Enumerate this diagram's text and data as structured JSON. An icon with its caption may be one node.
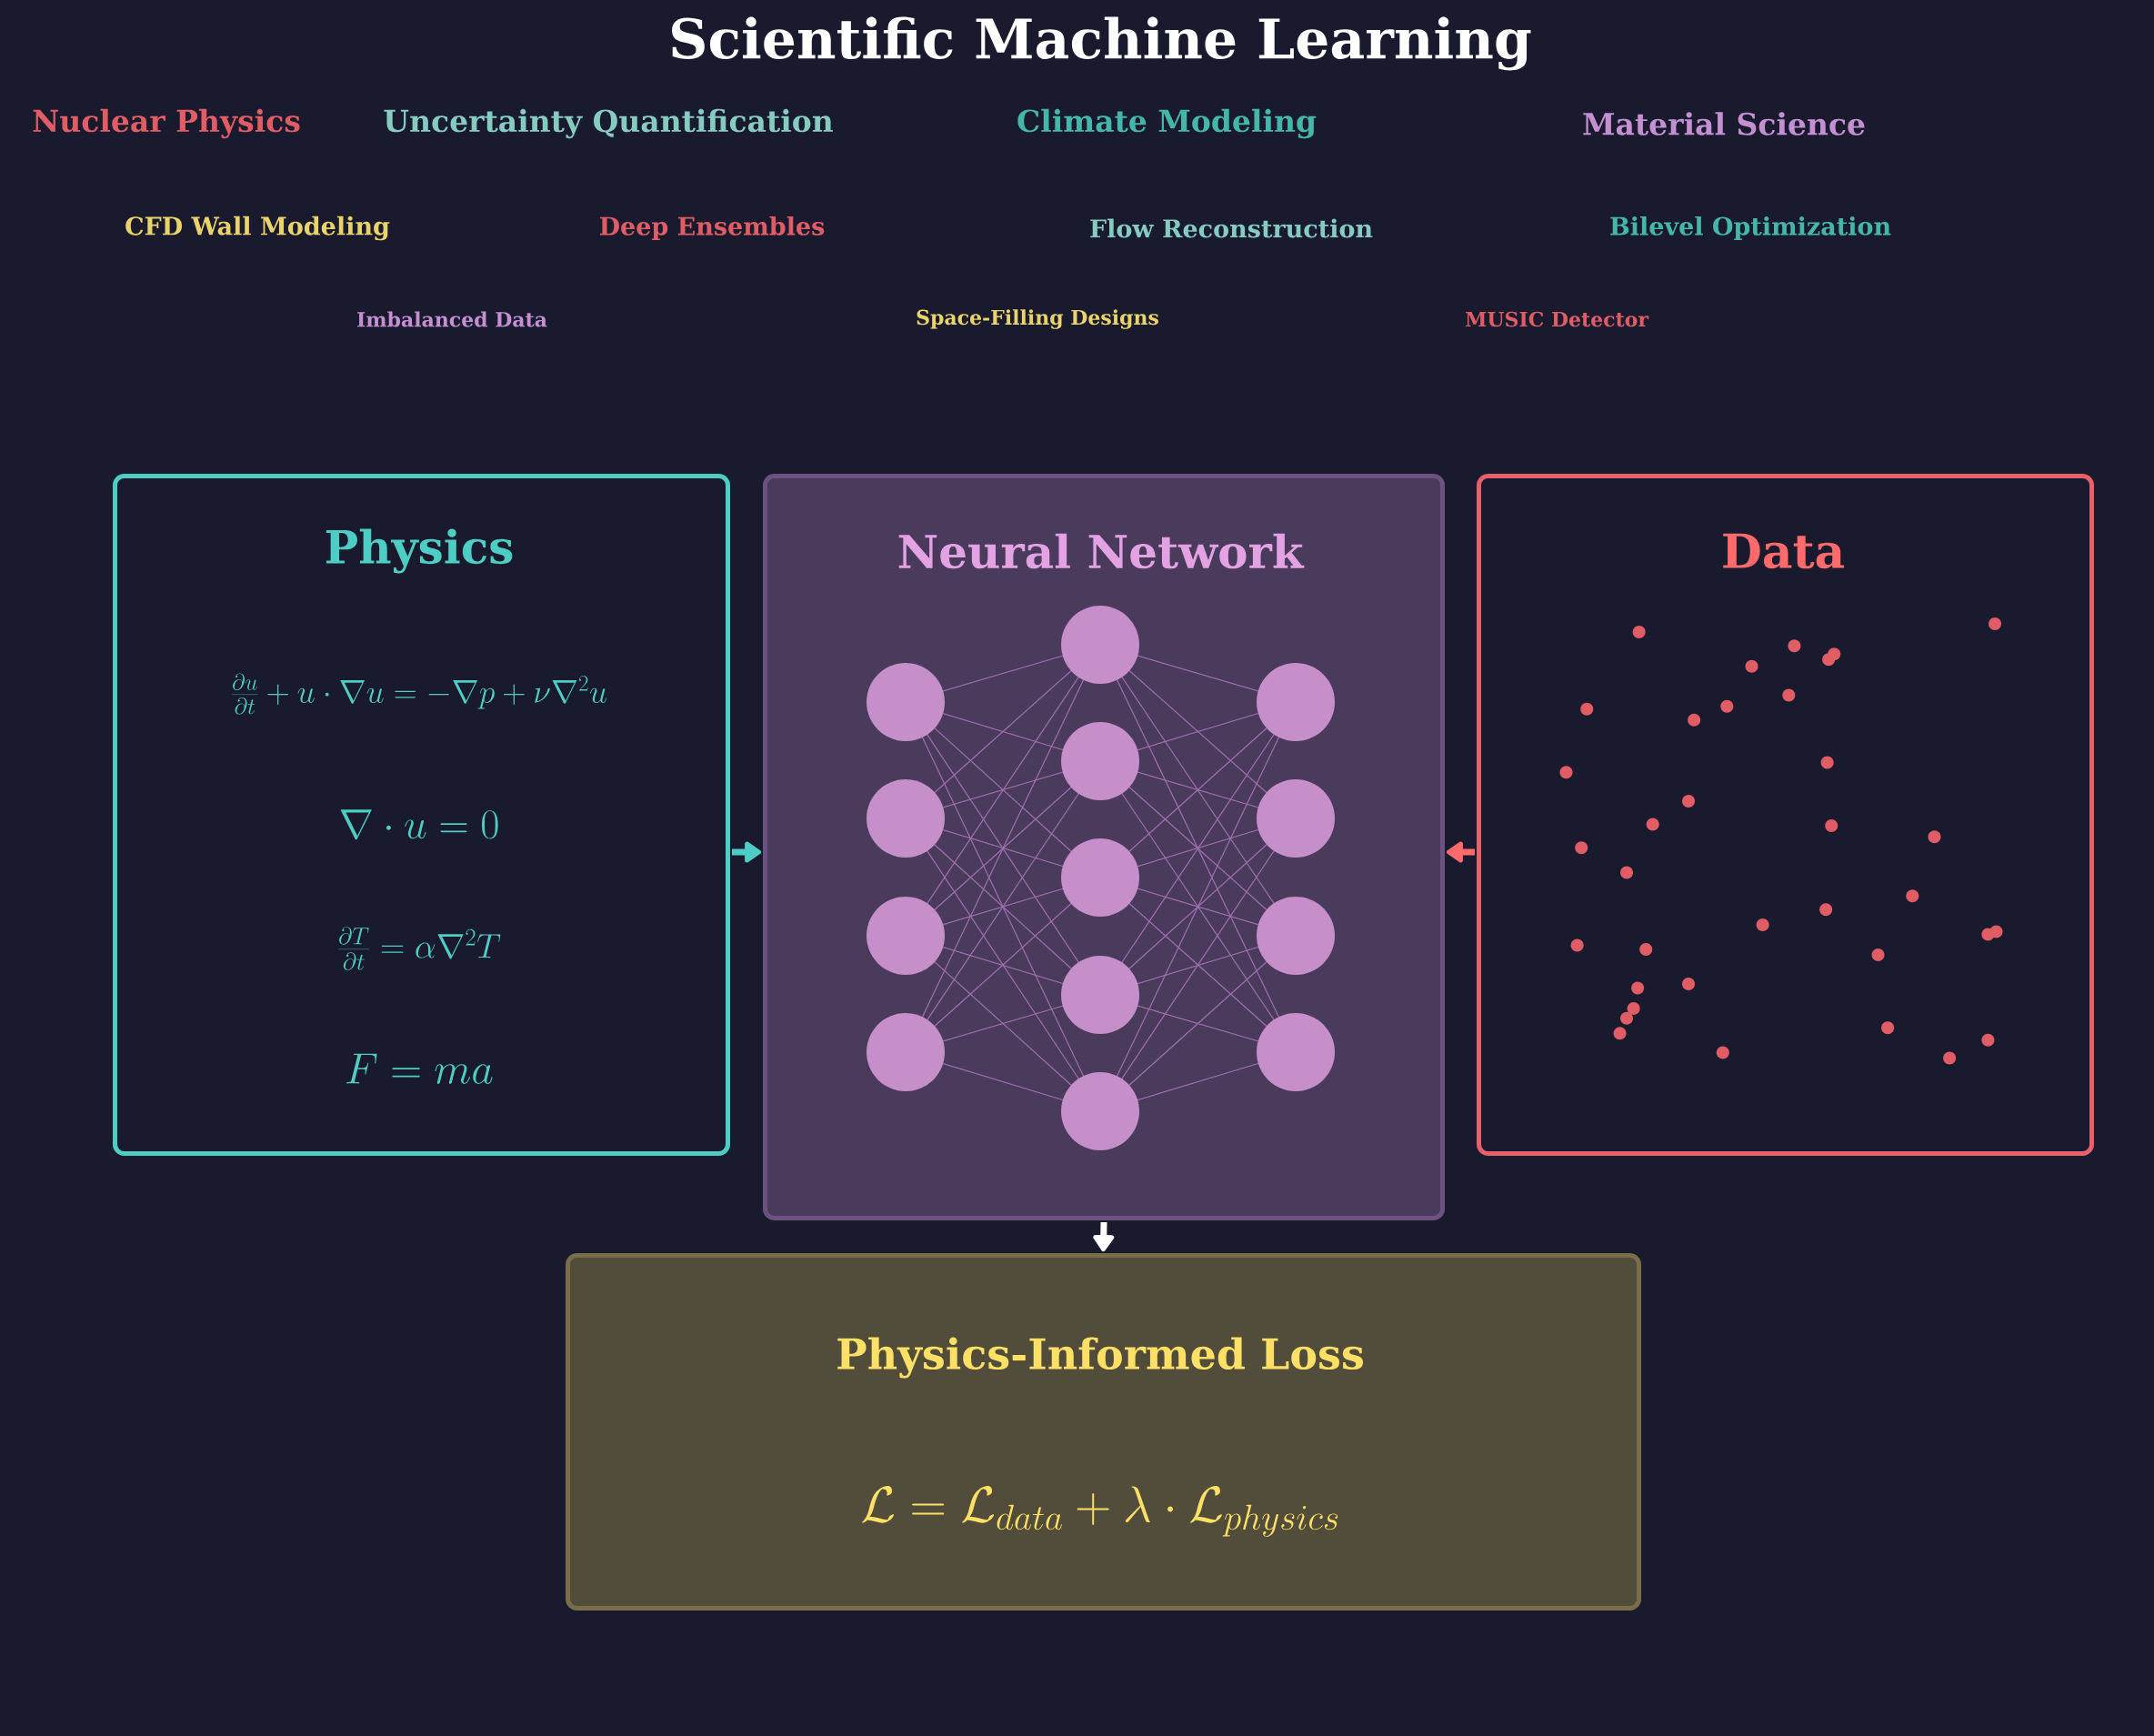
{
  "diagram": {
    "title": "Scientific Machine Learning",
    "nodes": [
      {
        "text": [
          "Physics",
          "\\frac{\\partial u}{\\partial t} + u \\cdot \\nabla u = -\\nabla p + \\nu \\nabla^2 u",
          "\\nabla \\cdot u = 0",
          "\\frac{\\partial T}{\\partial t} = \\alpha \\nabla^2 T",
          "F = ma"
        ]
      },
      {
        "text": [
          "Neural Network"
        ]
      },
      {
        "text": [
          "Data"
        ]
      },
      {
        "text": [
          "Physics-Informed Loss",
          "\\mathcal{L} = \\mathcal{L}_{data} + \\lambda \\cdot \\mathcal{L}_{physics}"
        ]
      }
    ],
    "edges": [
      {
        "from": 0,
        "to": 1,
        "arrow": "to",
        "color": "#4ecdc4"
      },
      {
        "from": 2,
        "to": 1,
        "arrow": "to",
        "color": "#ff6b6b"
      },
      {
        "from": 1,
        "to": 3,
        "arrow": "to",
        "color": "#ffffff"
      }
    ],
    "labels": [
      "Nuclear Physics",
      "Uncertainty Quantification",
      "Climate Modeling",
      "Material Science",
      "CFD Wall Modeling",
      "Deep Ensembles",
      "Flow Reconstruction",
      "Bilevel Optimization",
      "Imbalanced Data",
      "Space-Filling Designs",
      "MUSIC Detector"
    ]
  }
}
